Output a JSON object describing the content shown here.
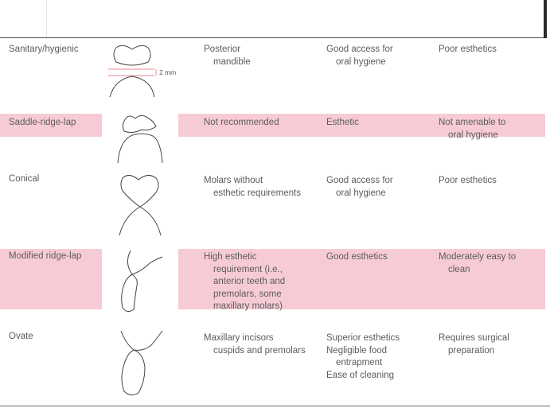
{
  "rows": [
    {
      "design": "Sanitary/hygienic",
      "indication": [
        "Posterior",
        "mandible"
      ],
      "advantages": [
        "Good access for",
        "oral hygiene"
      ],
      "disadvantages": [
        "Poor esthetics"
      ],
      "gap_label": "2 mm",
      "highlighted": false
    },
    {
      "design": "Saddle-ridge-lap",
      "indication": [
        "Not recommended"
      ],
      "advantages": [
        "Esthetic"
      ],
      "disadvantages": [
        "Not amenable to",
        "oral hygiene"
      ],
      "highlighted": true
    },
    {
      "design": "Conical",
      "indication": [
        "Molars without",
        "esthetic requirements"
      ],
      "advantages": [
        "Good access for",
        "oral hygiene"
      ],
      "disadvantages": [
        "Poor esthetics"
      ],
      "highlighted": false
    },
    {
      "design": "Modified ridge-lap",
      "indication": [
        "High esthetic",
        "requirement (i.e.,",
        "anterior teeth and",
        "premolars, some",
        "maxillary molars)"
      ],
      "advantages": [
        "Good esthetics"
      ],
      "disadvantages": [
        "Moderately easy to",
        "clean"
      ],
      "highlighted": true
    },
    {
      "design": "Ovate",
      "indication": [
        "Maxillary incisors",
        "cuspids and premolars"
      ],
      "advantages": [
        "Superior esthetics",
        "Negligible food",
        "entrapment",
        "Ease of cleaning"
      ],
      "disadvantages": [
        "Requires surgical",
        "preparation"
      ],
      "highlighted": false
    }
  ],
  "icons": {
    "row0": "sanitary-pontic-sketch-icon",
    "row1": "saddle-ridge-lap-pontic-sketch-icon",
    "row2": "conical-pontic-sketch-icon",
    "row3": "modified-ridge-lap-pontic-sketch-icon",
    "row4": "ovate-pontic-sketch-icon"
  },
  "colors": {
    "highlight_band": "#f7cbd5",
    "text": "#5c5c5c",
    "dimension_mark": "#e05a6a"
  }
}
